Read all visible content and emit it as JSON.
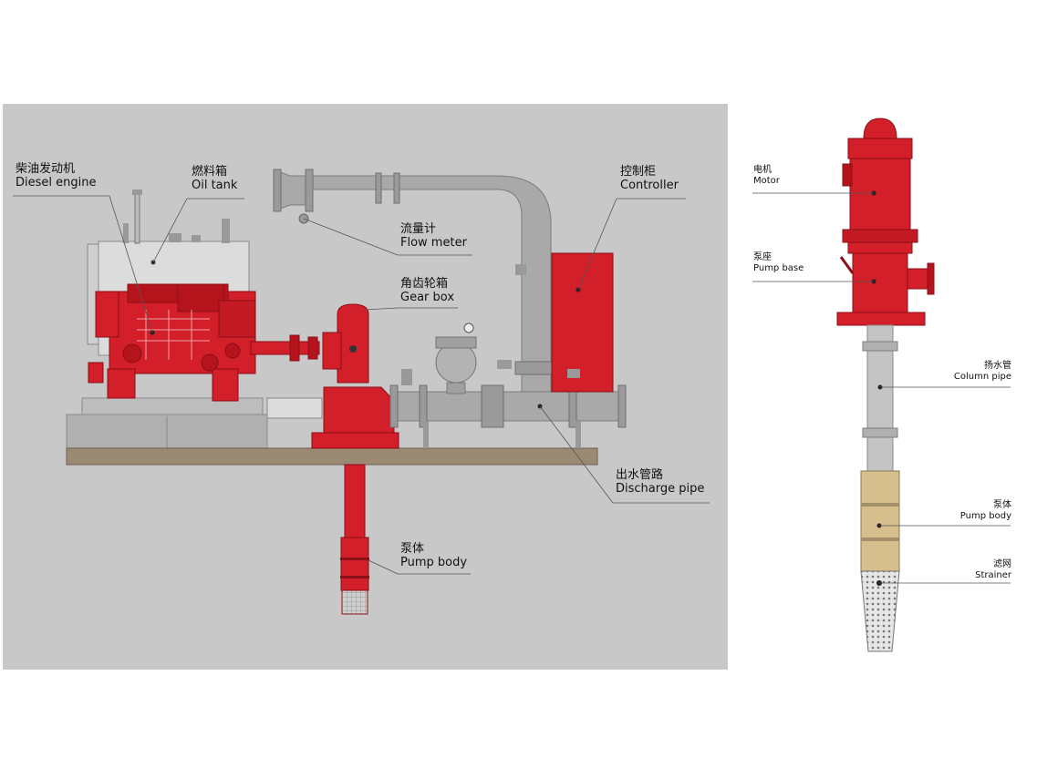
{
  "diesel_unit": {
    "diesel_engine": {
      "zh": "柴油发动机",
      "en": "Diesel engine"
    },
    "oil_tank": {
      "zh": "燃料箱",
      "en": "Oil tank"
    },
    "flow_meter": {
      "zh": "流量计",
      "en": "Flow meter"
    },
    "controller": {
      "zh": "控制柜",
      "en": "Controller"
    },
    "gear_box": {
      "zh": "角齿轮箱",
      "en": "Gear box"
    },
    "discharge_pipe": {
      "zh": "出水管路",
      "en": "Discharge pipe"
    },
    "pump_body": {
      "zh": "泵体",
      "en": "Pump body"
    }
  },
  "electric_pump": {
    "motor": {
      "zh": "电机",
      "en": "Motor"
    },
    "pump_base": {
      "zh": "泵座",
      "en": "Pump base"
    },
    "column_pipe": {
      "zh": "扬水管",
      "en": "Column pipe"
    },
    "pump_body": {
      "zh": "泵体",
      "en": "Pump body"
    },
    "strainer": {
      "zh": "滤网",
      "en": "Strainer"
    }
  },
  "colors": {
    "panel": "#c8c8c8",
    "red": "#d21f2a",
    "red_dark": "#9e1219",
    "pipe": "#a9a9a9",
    "pipe_dark": "#7d7d7d",
    "base_wood": "#9a8a73",
    "tan": "#d6bf8c",
    "leader": "#555555"
  }
}
